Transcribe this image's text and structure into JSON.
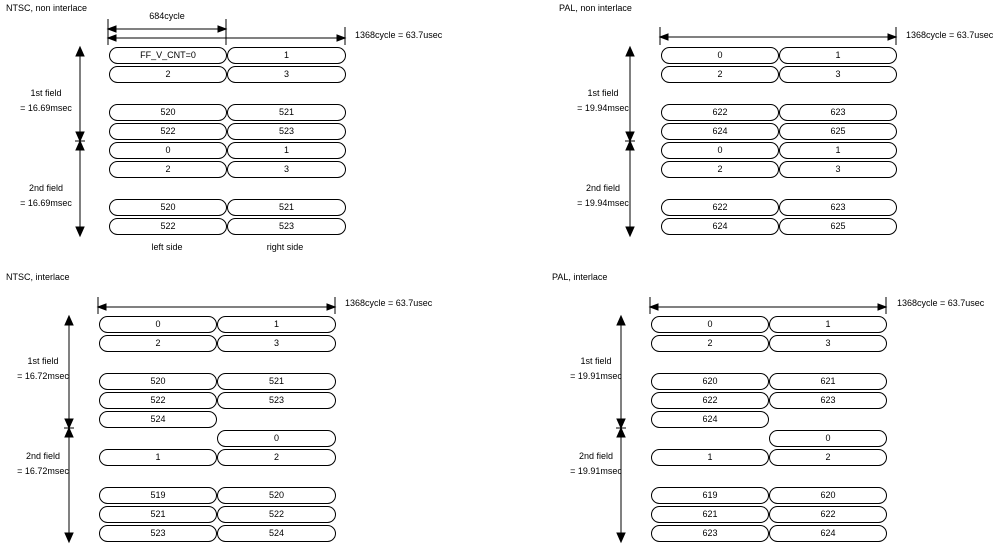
{
  "panels": [
    {
      "id": "ntsc-non-interlace",
      "title": "NTSC, non interlace",
      "line_label": "1368cycle = 63.7usec",
      "half_label": "684cycle",
      "side_labels": [
        "left side",
        "right side"
      ],
      "fields": [
        {
          "lines": [
            "1st field",
            "= 16.69msec"
          ]
        },
        {
          "lines": [
            "2nd field",
            "= 16.69msec"
          ]
        }
      ],
      "rows": [
        {
          "left": "FF_V_CNT=0",
          "right": "1"
        },
        {
          "left": "2",
          "right": "3"
        },
        null,
        {
          "left": "520",
          "right": "521"
        },
        {
          "left": "522",
          "right": "523"
        },
        {
          "left": "0",
          "right": "1"
        },
        {
          "left": "2",
          "right": "3"
        },
        null,
        {
          "left": "520",
          "right": "521"
        },
        {
          "left": "522",
          "right": "523"
        }
      ]
    },
    {
      "id": "pal-non-interlace",
      "title": "PAL, non interlace",
      "line_label": "1368cycle = 63.7usec",
      "fields": [
        {
          "lines": [
            "1st field",
            "= 19.94msec"
          ]
        },
        {
          "lines": [
            "2nd field",
            "= 19.94msec"
          ]
        }
      ],
      "rows": [
        {
          "left": "0",
          "right": "1"
        },
        {
          "left": "2",
          "right": "3"
        },
        null,
        {
          "left": "622",
          "right": "623"
        },
        {
          "left": "624",
          "right": "625"
        },
        {
          "left": "0",
          "right": "1"
        },
        {
          "left": "2",
          "right": "3"
        },
        null,
        {
          "left": "622",
          "right": "623"
        },
        {
          "left": "624",
          "right": "625"
        }
      ]
    },
    {
      "id": "ntsc-interlace",
      "title": "NTSC, interlace",
      "line_label": "1368cycle = 63.7usec",
      "fields": [
        {
          "lines": [
            "1st field",
            "= 16.72msec"
          ]
        },
        {
          "lines": [
            "2nd field",
            "= 16.72msec"
          ]
        }
      ],
      "rows": [
        {
          "left": "0",
          "right": "1"
        },
        {
          "left": "2",
          "right": "3"
        },
        null,
        {
          "left": "520",
          "right": "521"
        },
        {
          "left": "522",
          "right": "523"
        },
        {
          "left": "524"
        },
        {
          "right": "0"
        },
        {
          "left": "1",
          "right": "2"
        },
        null,
        {
          "left": "519",
          "right": "520"
        },
        {
          "left": "521",
          "right": "522"
        },
        {
          "left": "523",
          "right": "524"
        }
      ]
    },
    {
      "id": "pal-interlace",
      "title": "PAL, interlace",
      "line_label": "1368cycle = 63.7usec",
      "fields": [
        {
          "lines": [
            "1st field",
            "= 19.91msec"
          ]
        },
        {
          "lines": [
            "2nd field",
            "= 19.91msec"
          ]
        }
      ],
      "rows": [
        {
          "left": "0",
          "right": "1"
        },
        {
          "left": "2",
          "right": "3"
        },
        null,
        {
          "left": "620",
          "right": "621"
        },
        {
          "left": "622",
          "right": "623"
        },
        {
          "left": "624"
        },
        {
          "right": "0"
        },
        {
          "left": "1",
          "right": "2"
        },
        null,
        {
          "left": "619",
          "right": "620"
        },
        {
          "left": "621",
          "right": "622"
        },
        {
          "left": "623",
          "right": "624"
        }
      ]
    }
  ]
}
